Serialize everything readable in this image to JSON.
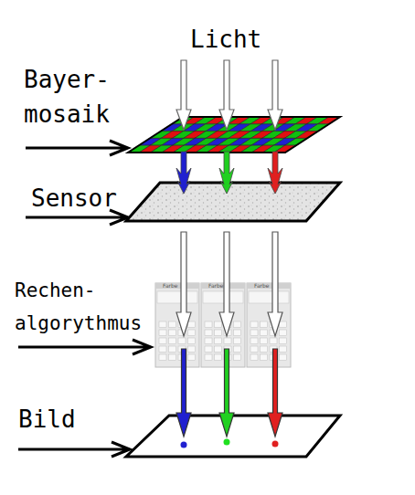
{
  "diagram": {
    "labels": [
      "Licht",
      "Bayer- mosaik",
      "Sensor",
      "Rechen- algorythmus",
      "Bild",
      "Farbe",
      "Farbe",
      "Farbe"
    ]
  }
}
